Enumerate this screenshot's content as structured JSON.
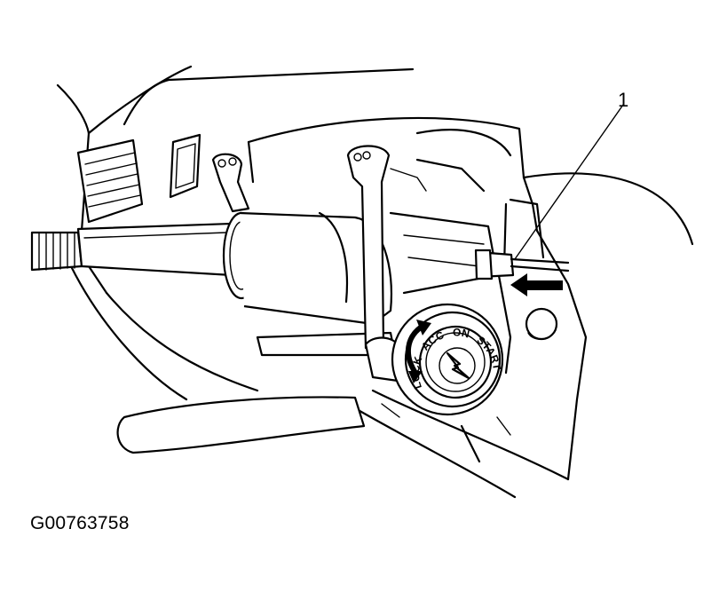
{
  "figure": {
    "id": "G00763758",
    "callout_number": "1"
  },
  "ignition_switch": {
    "positions": [
      "LOCK",
      "ACC",
      "ON",
      "START"
    ]
  },
  "icons": {
    "turn_arrow": "curved-arrow-icon",
    "push_arrow": "left-arrow-icon",
    "key_slot": "lightning-slot-icon"
  }
}
